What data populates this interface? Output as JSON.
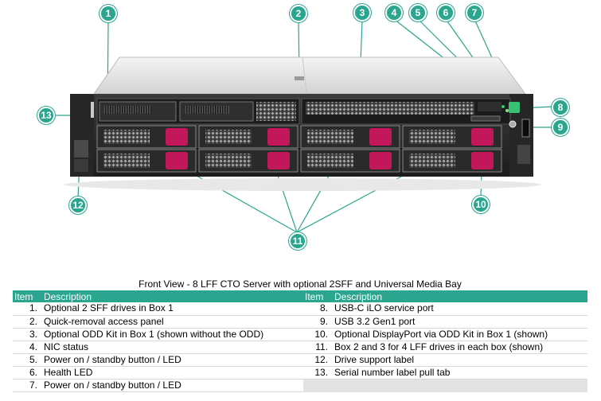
{
  "figure": {
    "callouts": [
      "1",
      "2",
      "3",
      "4",
      "5",
      "6",
      "7",
      "8",
      "9",
      "10",
      "11",
      "12",
      "13"
    ]
  },
  "caption": "Front View - 8 LFF CTO Server with optional 2SFF and Universal Media Bay",
  "table": {
    "headers": [
      "Item",
      "Description",
      "Item",
      "Description"
    ],
    "left": [
      {
        "item": "1.",
        "desc": "Optional 2 SFF drives in Box 1"
      },
      {
        "item": "2.",
        "desc": "Quick-removal access panel"
      },
      {
        "item": "3.",
        "desc": "Optional ODD Kit in Box 1 (shown without the ODD)"
      },
      {
        "item": "4.",
        "desc": "NIC status"
      },
      {
        "item": "5.",
        "desc": "Power on / standby button / LED"
      },
      {
        "item": "6.",
        "desc": "Health LED"
      },
      {
        "item": "7.",
        "desc": "Power on / standby button / LED"
      }
    ],
    "right": [
      {
        "item": "8.",
        "desc": "USB-C iLO service port"
      },
      {
        "item": "9.",
        "desc": "USB 3.2 Gen1 port"
      },
      {
        "item": "10.",
        "desc": "Optional DisplayPort via ODD Kit in Box 1 (shown)"
      },
      {
        "item": "11.",
        "desc": "Box 2 and 3 for 4 LFF drives in each box (shown)"
      },
      {
        "item": "12.",
        "desc": "Drive support label"
      },
      {
        "item": "13.",
        "desc": "Serial number label pull tab"
      }
    ]
  },
  "colors": {
    "accent": "#2aa58e",
    "drive_latch": "#c2185b",
    "chassis": "#2b2b2b"
  }
}
